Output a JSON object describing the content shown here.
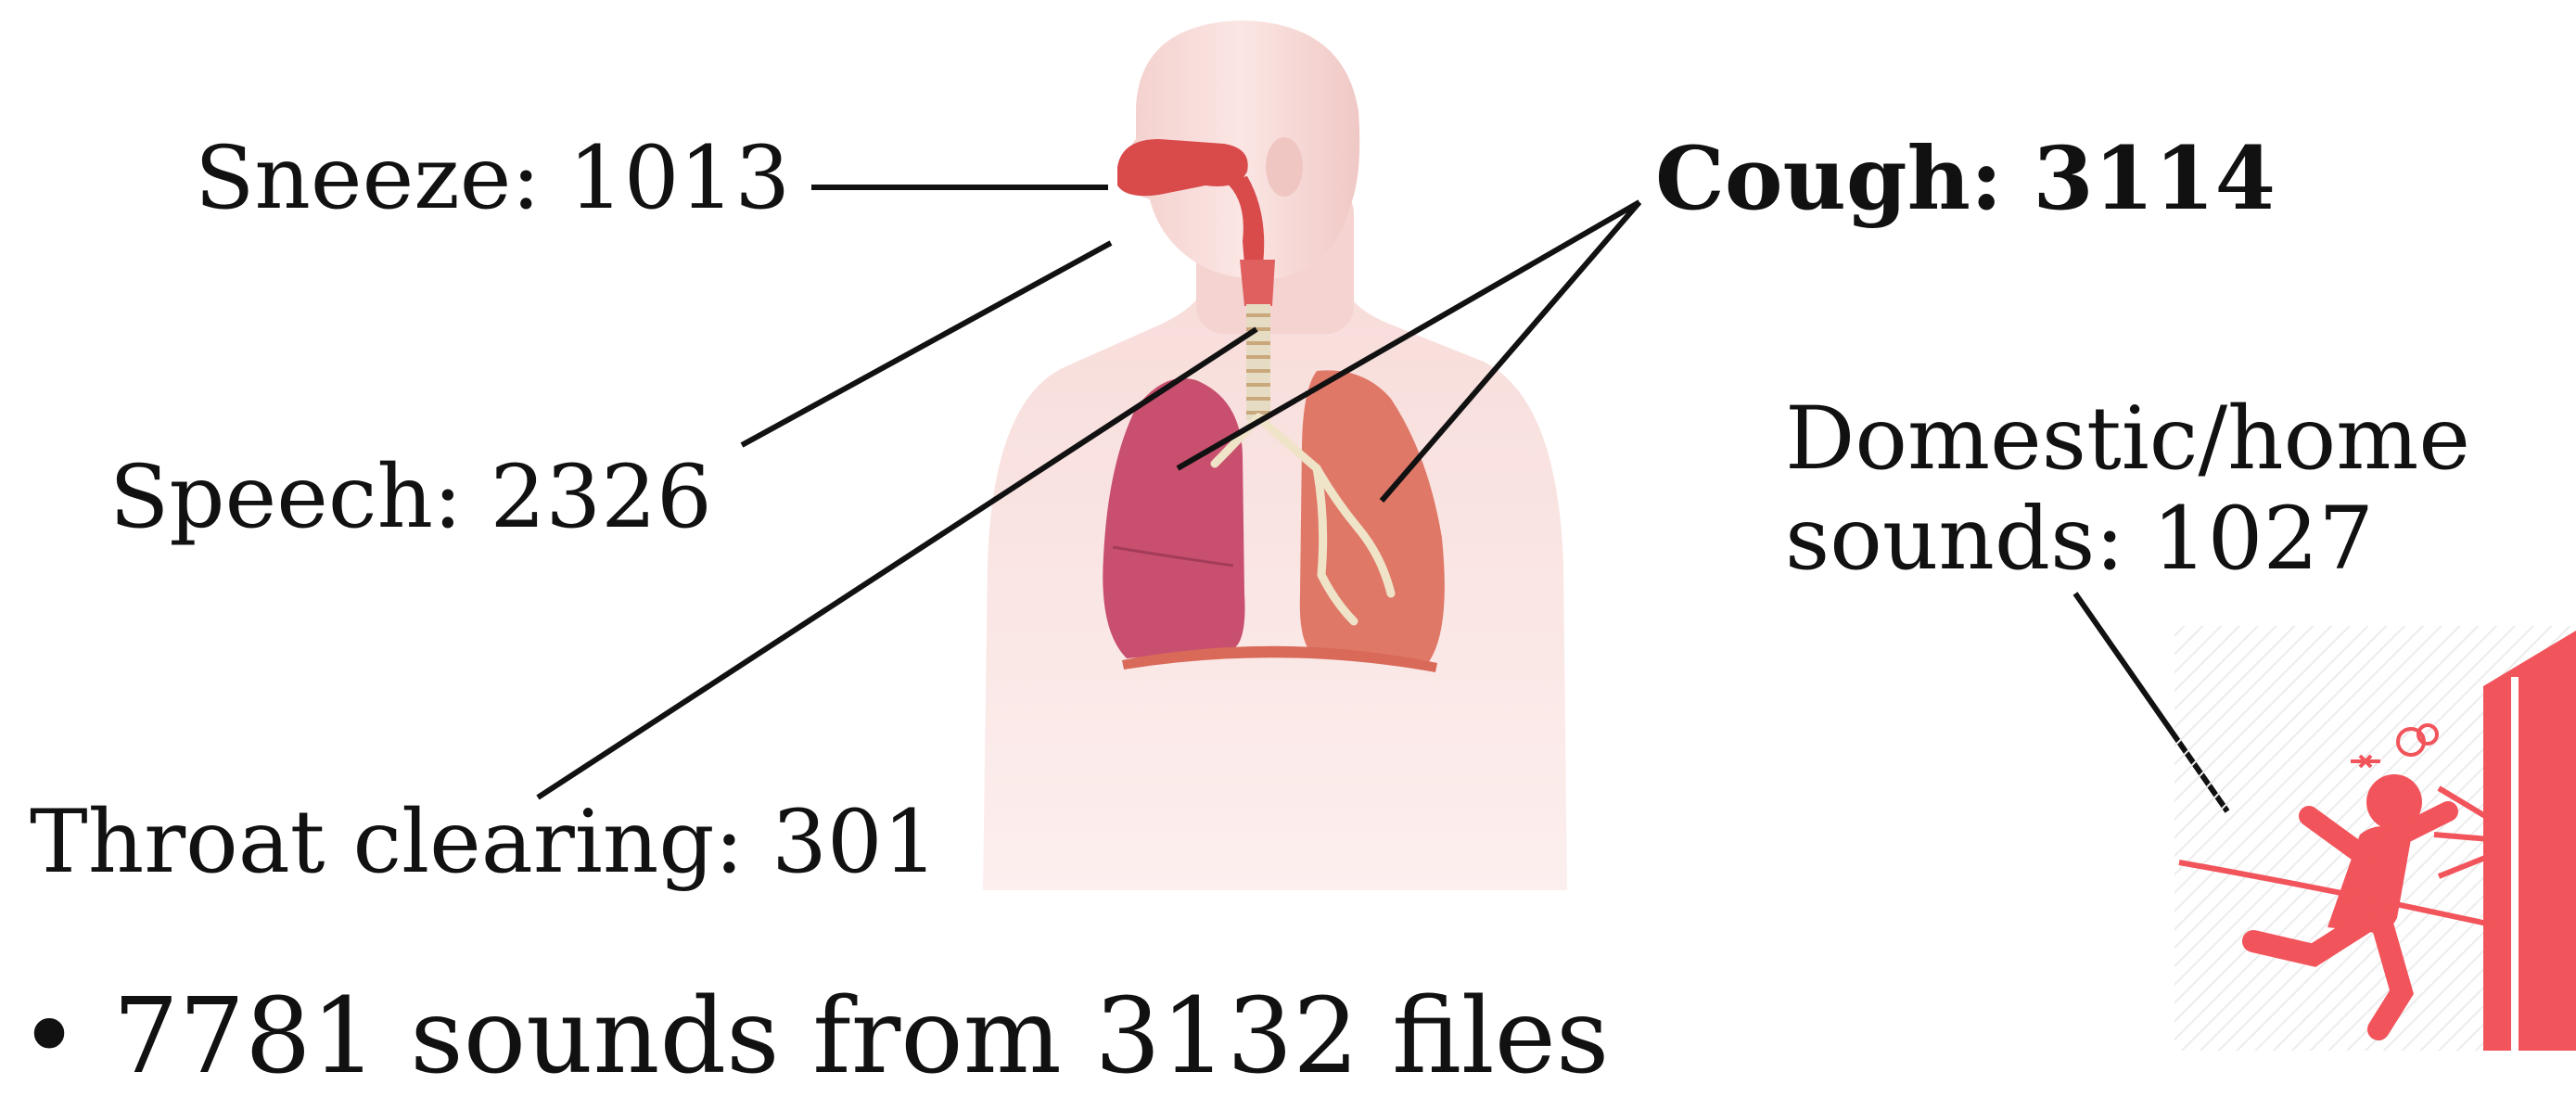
{
  "labels": {
    "sneeze": "Sneeze: 1013",
    "cough": "Cough: 3114",
    "speech": "Speech: 2326",
    "throat": "Throat clearing: 301",
    "domestic_line1": "Domestic/home",
    "domestic_line2": "sounds: 1027"
  },
  "bullet": {
    "marker": "•",
    "text": "7781 sounds from 3132 files"
  },
  "icons": {
    "anatomy": "human-respiratory-system-illustration",
    "door": "person-slamming-door-icon"
  },
  "colors": {
    "text": "#111111",
    "lung_left": "#c8506e",
    "lung_right": "#e07868",
    "airway": "#d94a4a",
    "skin": "#f6d6d3",
    "door_icon": "#f2545b"
  }
}
